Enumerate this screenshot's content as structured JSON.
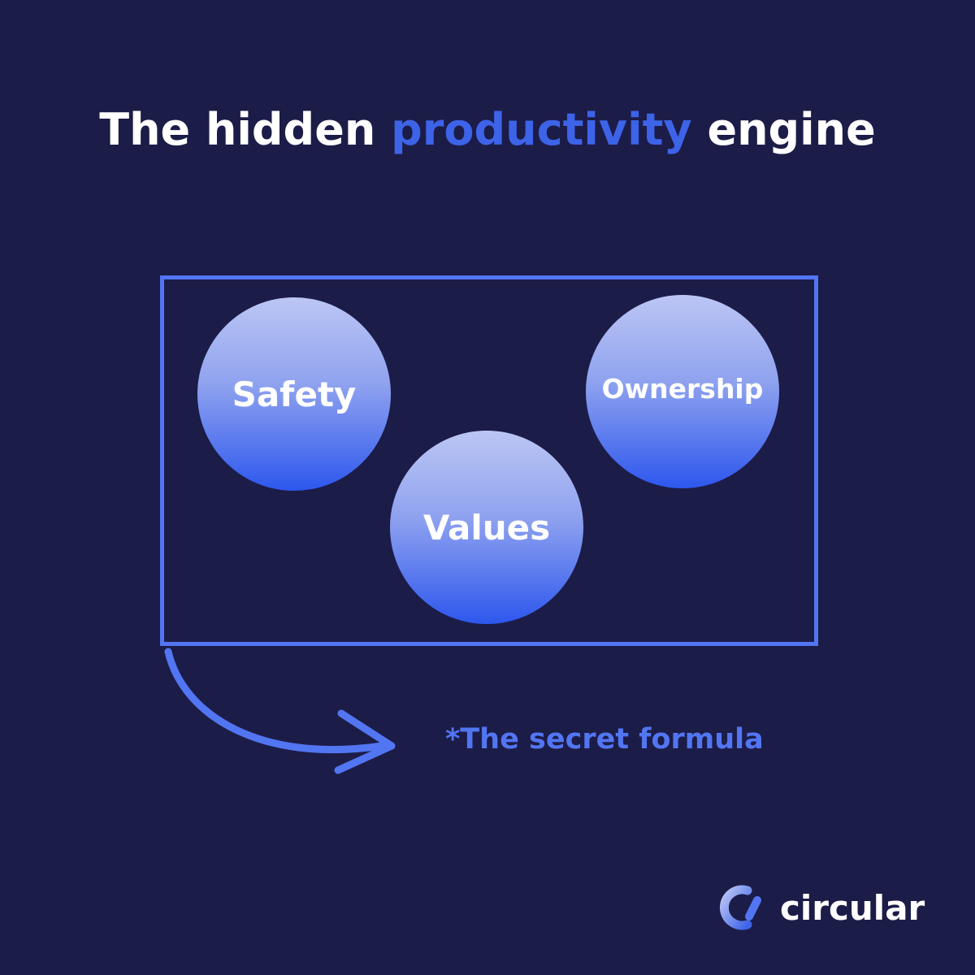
{
  "title": {
    "part1": "The hidden ",
    "accent": "productivity",
    "part2": " engine"
  },
  "diagram": {
    "circles": [
      {
        "label": "Safety"
      },
      {
        "label": "Ownership"
      },
      {
        "label": "Values"
      }
    ],
    "footnote": "*The secret formula"
  },
  "brand": {
    "name": "circular",
    "icon": "circular-logo-icon"
  },
  "colors": {
    "background": "#1c1c48",
    "accent": "#3d63e8",
    "frame": "#5275f2",
    "text": "#ffffff"
  }
}
